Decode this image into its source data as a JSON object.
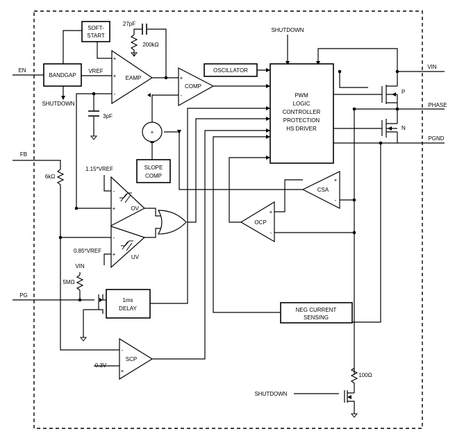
{
  "blocks": {
    "bandgap": "BANDGAP",
    "soft_start_1": "SOFT-",
    "soft_start_2": "START",
    "oscillator": "OSCILLATOR",
    "pwm_lines": [
      "PWM",
      "LOGIC",
      "CONTROLLER",
      "PROTECTION",
      "HS DRIVER"
    ],
    "slope_comp_1": "SLOPE",
    "slope_comp_2": "COMP",
    "delay_1": "1ms",
    "delay_2": "DELAY",
    "neg_current_1": "NEG CURRENT",
    "neg_current_2": "SENSING"
  },
  "amplifiers": {
    "eamp": "EAMP",
    "comp": "COMP",
    "ov": "OV",
    "uv": "UV",
    "csa": "CSA",
    "ocp": "OCP",
    "scp": "SCP",
    "sum_sign": "+"
  },
  "pins": {
    "en": "EN",
    "fb": "FB",
    "pg": "PG",
    "vin": "VIN",
    "phase": "PHASE",
    "pgnd": "PGND"
  },
  "labels": {
    "vref": "VREF",
    "shutdown": "SHUTDOWN",
    "vref_115": "1.15*VREF",
    "vref_085": "0.85*VREF",
    "vin_pullup": "VIN",
    "v_03": "0.3V",
    "mos_p": "P",
    "mos_n": "N"
  },
  "components": {
    "c27p": "27pF",
    "r200k": "200kΩ",
    "c3p": "3pF",
    "r6k": "6kΩ",
    "r5m": "5MΩ",
    "r100": "100Ω"
  },
  "signs": {
    "plus": "+",
    "minus": "-"
  }
}
